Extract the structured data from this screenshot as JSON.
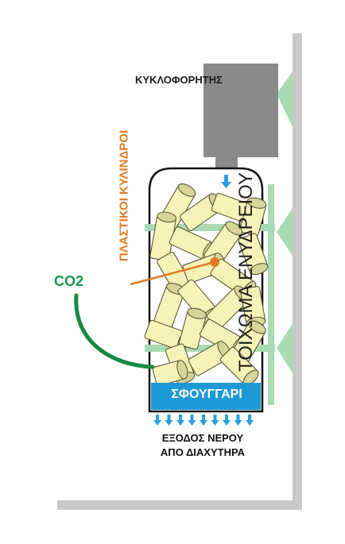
{
  "labels": {
    "pump": "ΚΥΚΛΟΦΟΡΗΤΗΣ",
    "wall": "ΤΟΙΧΩΜΑ ΕΝΥΔΡΕΙΟΥ",
    "cylinders": "ΠΛΑΣΤΙΚΟΙ ΚΥΛΙΝΔΡΟΙ",
    "co2": "CO2",
    "sponge": "ΣΦΟΥΓΓΑΡΙ",
    "outlet_line1": "ΕΞΟΔΟΣ ΝΕΡΟΥ",
    "outlet_line2": "ΑΠΟ ΔΙΑΧΥΤΗΡΑ"
  },
  "colors": {
    "wall": "#c8c8c8",
    "pump": "#8a8a8a",
    "suction_cups": "#a8dbb3",
    "cylinders_fill": "#f7f3b8",
    "cylinders_outline": "#5a5a3a",
    "sponge": "#1d9ad6",
    "co2_tube": "#138a3e",
    "cylinder_pointer": "#e07b22",
    "water_arrows": "#2b9fe0"
  }
}
